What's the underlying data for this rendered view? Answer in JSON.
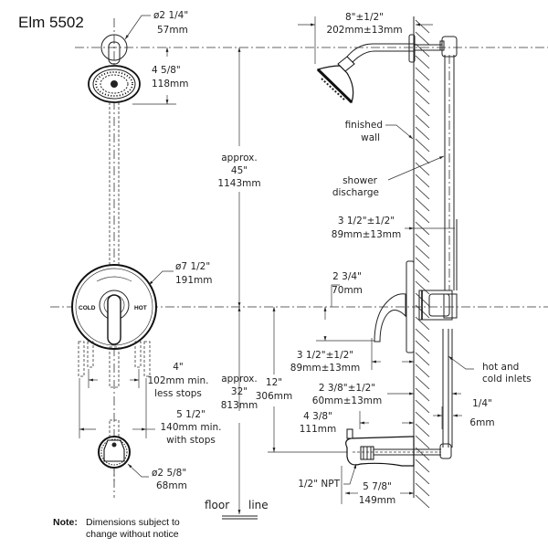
{
  "title": "Elm 5502",
  "front_view": {
    "arm_flange_dia": {
      "in": "ø2 1/4\"",
      "mm": "57mm"
    },
    "showerhead_drop": {
      "in": "4 5/8\"",
      "mm": "118mm"
    },
    "head_height": {
      "line1": "approx.",
      "in": "45\"",
      "mm": "1143mm"
    },
    "trim_plate_dia": {
      "in": "ø7 1/2\"",
      "mm": "191mm"
    },
    "handle_labels": {
      "cold": "COLD",
      "hot": "HOT"
    },
    "stops_less": {
      "in": "4\"",
      "mm": "102mm min.",
      "note": "less stops"
    },
    "stops_with": {
      "in": "5 1/2\"",
      "mm": "140mm min.",
      "note": "with stops"
    },
    "spout_flange_dia": {
      "in": "ø2 5/8\"",
      "mm": "68mm"
    },
    "valve_height": {
      "line1": "approx.",
      "in": "32\"",
      "mm": "813mm"
    },
    "valve_to_spout": {
      "in": "12\"",
      "mm": "306mm"
    },
    "floor_line": {
      "left": "floor",
      "right": "line"
    }
  },
  "side_view": {
    "arm_reach": {
      "in": "8\"±1/2\"",
      "mm": "202mm±13mm"
    },
    "finished_wall": {
      "line1": "finished",
      "line2": "wall"
    },
    "shower_discharge": {
      "line1": "shower",
      "line2": "discharge"
    },
    "pipe_offset": {
      "in": "3 1/2\"±1/2\"",
      "mm": "89mm±13mm"
    },
    "handle_offset": {
      "in": "2 3/4\"",
      "mm": "70mm"
    },
    "valve_depth": {
      "in": "3 1/2\"±1/2\"",
      "mm": "89mm±13mm"
    },
    "inlet_depth": {
      "in": "2 3/8\"±1/2\"",
      "mm": "60mm±13mm"
    },
    "spout_upper": {
      "in": "4 3/8\"",
      "mm": "111mm"
    },
    "inlets": {
      "line1": "hot and",
      "line2": "cold inlets"
    },
    "inlet_gap": {
      "in": "1/4\"",
      "mm": "6mm"
    },
    "spout_thread": "1/2\" NPT",
    "spout_reach": {
      "in": "5 7/8\"",
      "mm": "149mm"
    }
  },
  "note": {
    "label": "Note:",
    "line1": "Dimensions subject to",
    "line2": "change without notice"
  }
}
